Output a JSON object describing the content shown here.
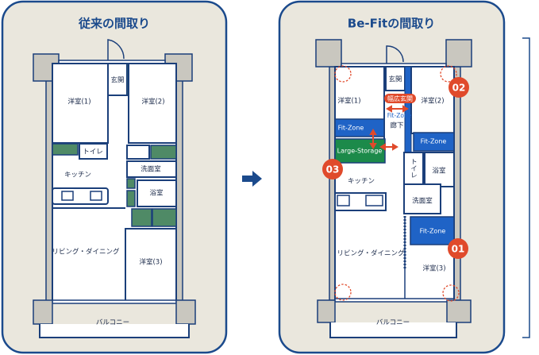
{
  "colors": {
    "navy": "#1b3f7a",
    "panel": "#eae7dd",
    "wall": "#c9c7bf",
    "green_old": "#4f8a66",
    "fit_zone": "#1f63c6",
    "storage": "#1c8a4a",
    "badge": "#e04a2b"
  },
  "left": {
    "title": "従来の間取り",
    "rooms": {
      "entrance": "玄関",
      "western1": "洋室(1)",
      "western2": "洋室(2)",
      "toilet": "トイレ",
      "kitchen": "キッチン",
      "washroom": "洗面室",
      "bathroom": "浴室",
      "living": "リビング・ダイニング",
      "western3": "洋室(3)",
      "balcony": "バルコニー"
    }
  },
  "right": {
    "title": "Be-Fitの間取り",
    "rooms": {
      "entrance": "玄関",
      "western1": "洋室(1)",
      "western2": "洋室(2)",
      "corridor": "廊下",
      "toilet": "トイレ",
      "kitchen": "キッチン",
      "washroom": "洗面室",
      "bathroom": "浴室",
      "living": "リビング・ダイニング",
      "western3": "洋室(3)",
      "balcony": "バルコニー"
    },
    "wide_entrance": "幅広玄関",
    "fit_zone": "Fit-Zone",
    "large_storage": "Large-Storage",
    "badges": [
      "01",
      "02",
      "03"
    ]
  },
  "arrow_icon": "right-arrow-icon"
}
